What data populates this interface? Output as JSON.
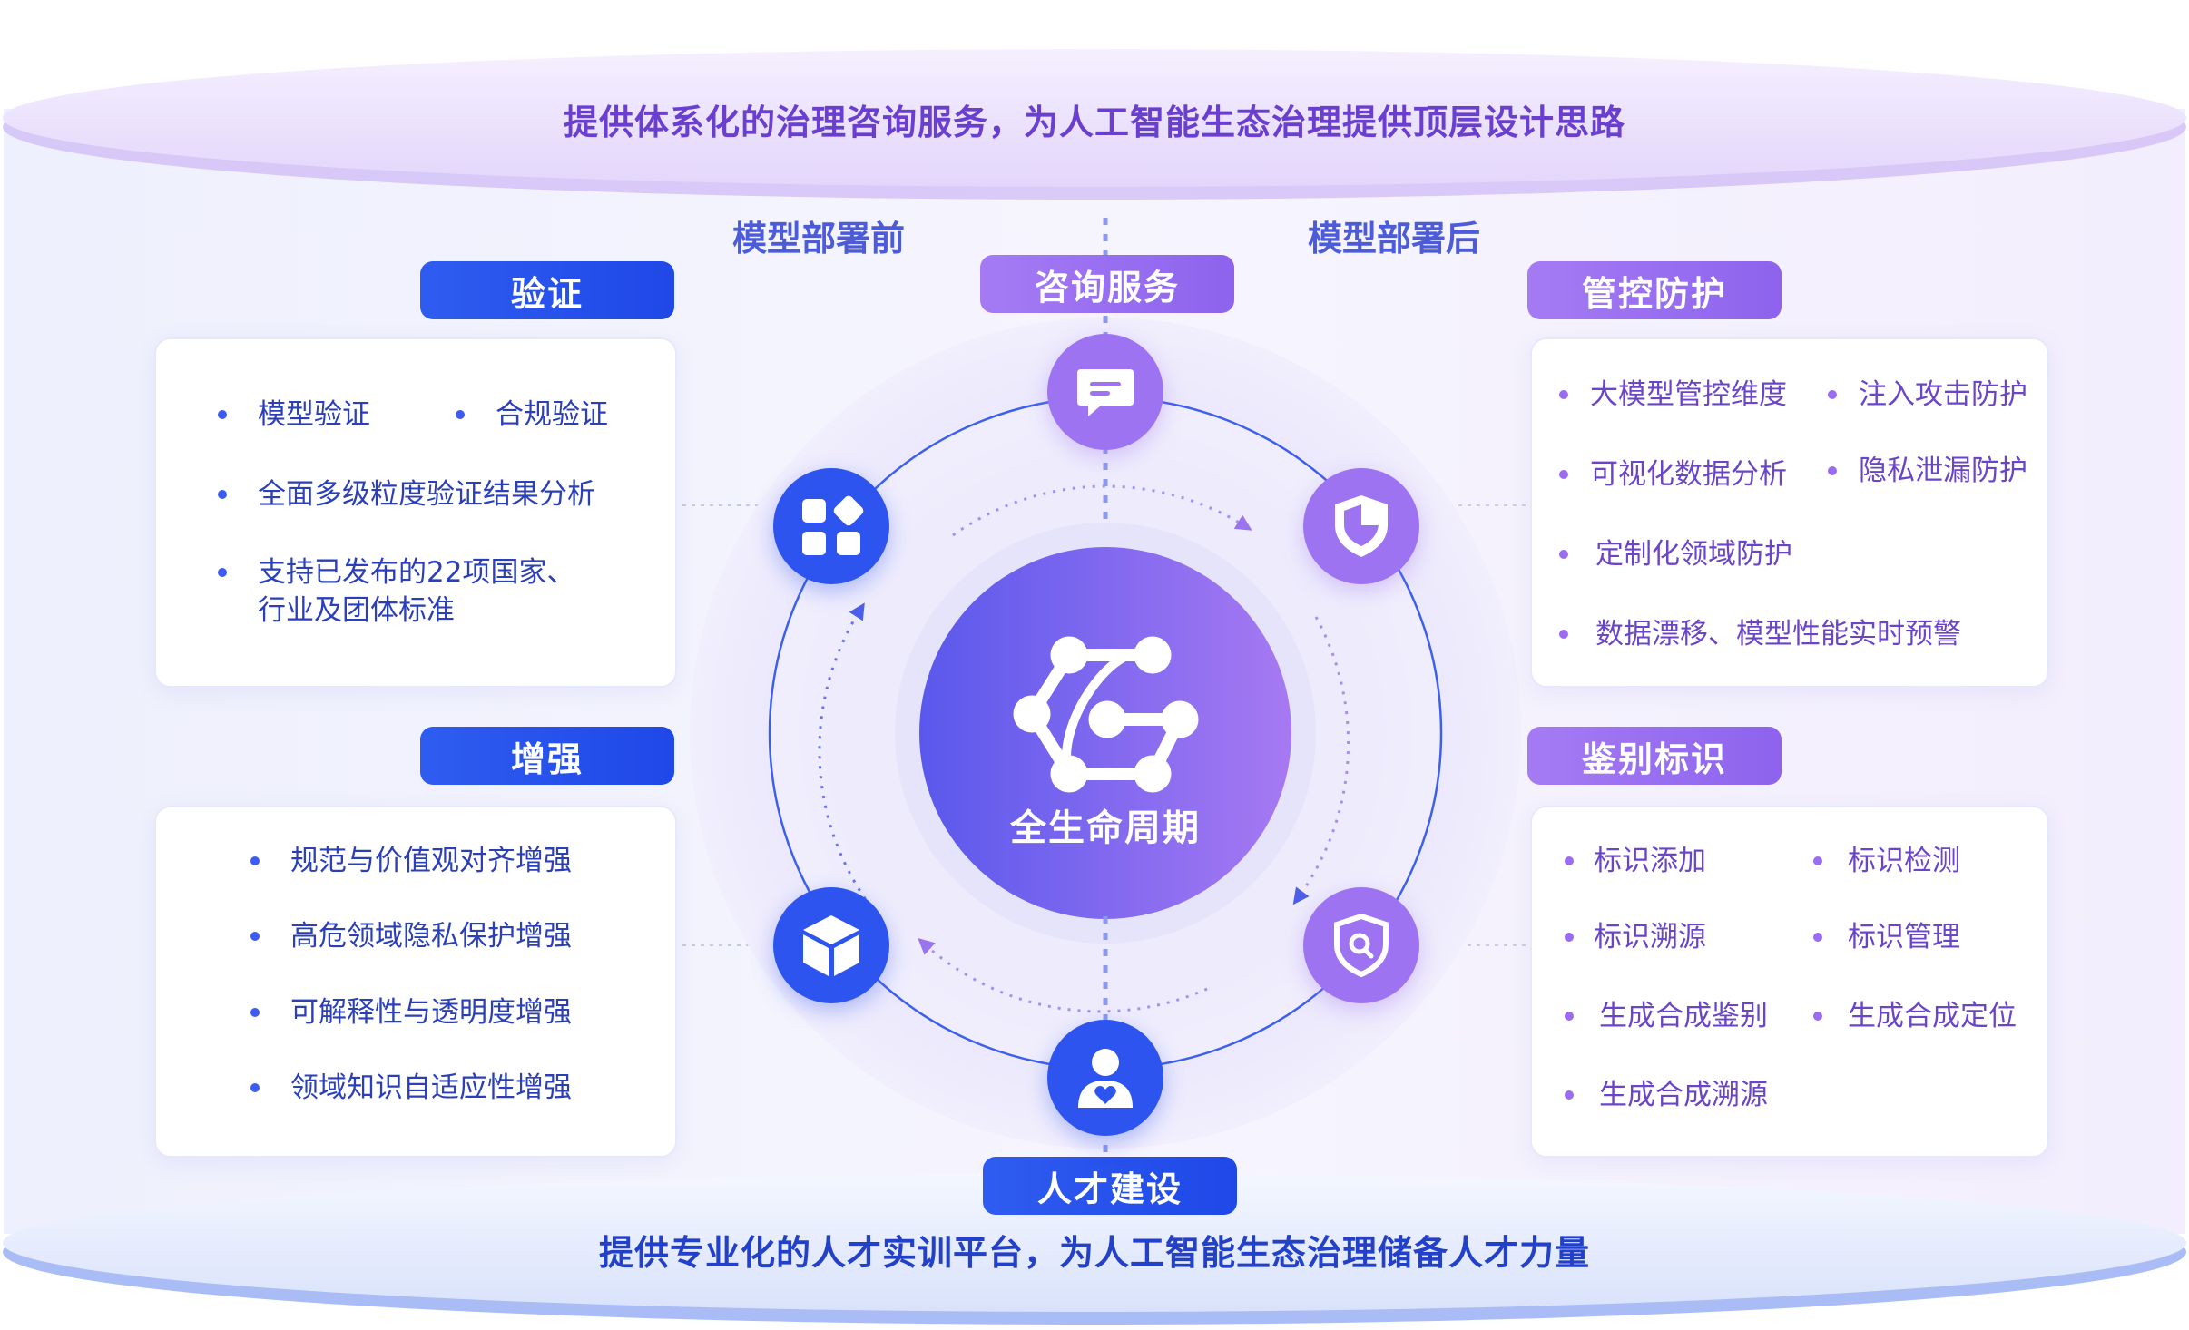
{
  "top_banner": {
    "text": "提供体系化的治理咨询服务，为人工智能生态治理提供顶层设计思路",
    "color": "#6a3fd0"
  },
  "bottom_banner": {
    "text": "提供专业化的人才实训平台，为人工智能生态治理储备人才力量",
    "color": "#2340c8"
  },
  "phases": {
    "before": "模型部署前",
    "after": "模型部署后"
  },
  "center": {
    "label": "全生命周期",
    "icon": "network-hub-icon"
  },
  "nodes": {
    "top": {
      "label": "咨询服务",
      "icon": "chat-icon"
    },
    "bottom": {
      "label": "人才建设",
      "icon": "user-heart-icon"
    },
    "top_left": {
      "icon": "apps-grid-icon"
    },
    "bottom_left": {
      "icon": "cube-icon"
    },
    "top_right": {
      "icon": "shield-icon"
    },
    "bottom_right": {
      "icon": "search-shield-icon"
    }
  },
  "panels": {
    "verify": {
      "title": "验证",
      "items": [
        "模型验证",
        "合规验证",
        "全面多级粒度验证结果分析",
        "支持已发布的22项国家、",
        "行业及团体标准"
      ]
    },
    "enhance": {
      "title": "增强",
      "items": [
        "规范与价值观对齐增强",
        "高危领域隐私保护增强",
        "可解释性与透明度增强",
        "领域知识自适应性增强"
      ]
    },
    "control": {
      "title": "管控防护",
      "items": [
        "大模型管控维度",
        "注入攻击防护",
        "可视化数据分析",
        "隐私泄漏防护",
        "定制化领域防护",
        "数据漂移、模型性能实时预警"
      ]
    },
    "identify": {
      "title": "鉴别标识",
      "items": [
        "标识添加",
        "标识检测",
        "标识溯源",
        "标识管理",
        "生成合成鉴别",
        "生成合成定位",
        "生成合成溯源"
      ]
    }
  },
  "colors": {
    "blue": "#2d54ee",
    "purple": "#9d73f2",
    "navy_text": "#2b3fb8",
    "purple_text": "#6a45c8"
  }
}
